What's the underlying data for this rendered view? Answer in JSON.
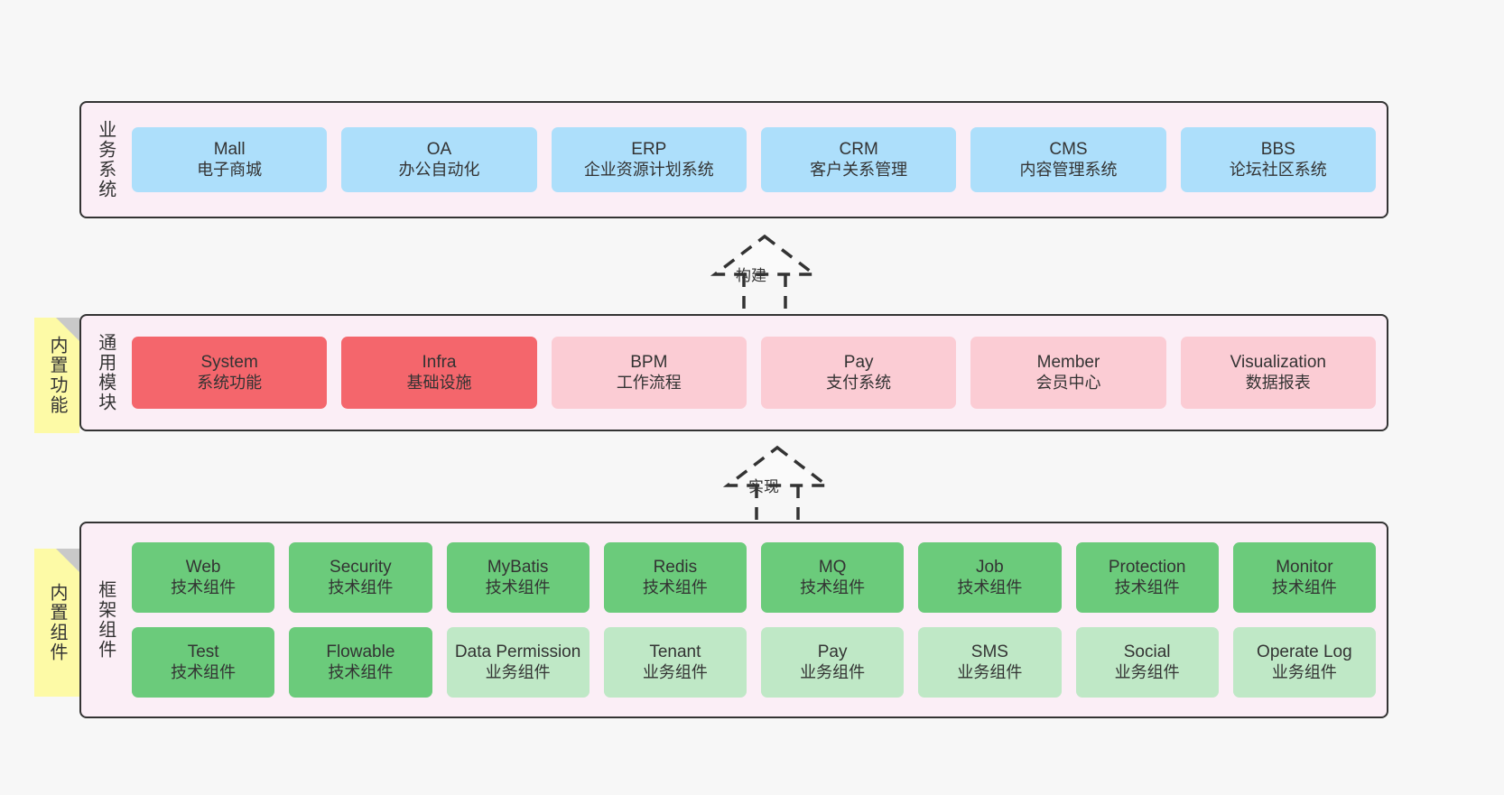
{
  "diagram": {
    "title": "",
    "colors": {
      "background": "#f7f7f7",
      "layer_fill": "#fbeef6",
      "layer_border": "#333333",
      "business_card": "#addffb",
      "module_core": "#f4666c",
      "module_optional": "#fbccd4",
      "framework_tech": "#6bcb7b",
      "framework_business": "#bfe8c6",
      "note_fill": "#fdfaa6",
      "note_fold": "#c9c9c9"
    }
  },
  "notes": [
    {
      "name": "builtin-functions",
      "text": "内置功能"
    },
    {
      "name": "builtin-components",
      "text": "内置组件"
    }
  ],
  "arrows": [
    {
      "name": "build-arrow",
      "label": "构建",
      "direction": "up",
      "style": "dashed-hollow-triangle"
    },
    {
      "name": "impl-arrow",
      "label": "实现",
      "direction": "up",
      "style": "dashed-hollow-triangle"
    }
  ],
  "business_layer": {
    "title": "业务系统",
    "cards": [
      {
        "en": "Mall",
        "cn": "电子商城",
        "kind": "business"
      },
      {
        "en": "OA",
        "cn": "办公自动化",
        "kind": "business"
      },
      {
        "en": "ERP",
        "cn": "企业资源计划系统",
        "kind": "business"
      },
      {
        "en": "CRM",
        "cn": "客户关系管理",
        "kind": "business"
      },
      {
        "en": "CMS",
        "cn": "内容管理系统",
        "kind": "business"
      },
      {
        "en": "BBS",
        "cn": "论坛社区系统",
        "kind": "business"
      }
    ]
  },
  "module_layer": {
    "title": "通用模块",
    "cards": [
      {
        "en": "System",
        "cn": "系统功能",
        "kind": "core"
      },
      {
        "en": "Infra",
        "cn": "基础设施",
        "kind": "core"
      },
      {
        "en": "BPM",
        "cn": "工作流程",
        "kind": "optional"
      },
      {
        "en": "Pay",
        "cn": "支付系统",
        "kind": "optional"
      },
      {
        "en": "Member",
        "cn": "会员中心",
        "kind": "optional"
      },
      {
        "en": "Visualization",
        "cn": "数据报表",
        "kind": "optional"
      }
    ]
  },
  "framework_layer": {
    "title": "框架组件",
    "row1": [
      {
        "en": "Web",
        "cn": "技术组件",
        "kind": "tech"
      },
      {
        "en": "Security",
        "cn": "技术组件",
        "kind": "tech"
      },
      {
        "en": "MyBatis",
        "cn": "技术组件",
        "kind": "tech"
      },
      {
        "en": "Redis",
        "cn": "技术组件",
        "kind": "tech"
      },
      {
        "en": "MQ",
        "cn": "技术组件",
        "kind": "tech"
      },
      {
        "en": "Job",
        "cn": "技术组件",
        "kind": "tech"
      },
      {
        "en": "Protection",
        "cn": "技术组件",
        "kind": "tech"
      },
      {
        "en": "Monitor",
        "cn": "技术组件",
        "kind": "tech"
      }
    ],
    "row2": [
      {
        "en": "Test",
        "cn": "技术组件",
        "kind": "tech"
      },
      {
        "en": "Flowable",
        "cn": "技术组件",
        "kind": "tech"
      },
      {
        "en": "Data Permission",
        "cn": "业务组件",
        "kind": "business"
      },
      {
        "en": "Tenant",
        "cn": "业务组件",
        "kind": "business"
      },
      {
        "en": "Pay",
        "cn": "业务组件",
        "kind": "business"
      },
      {
        "en": "SMS",
        "cn": "业务组件",
        "kind": "business"
      },
      {
        "en": "Social",
        "cn": "业务组件",
        "kind": "business"
      },
      {
        "en": "Operate Log",
        "cn": "业务组件",
        "kind": "business"
      }
    ]
  }
}
